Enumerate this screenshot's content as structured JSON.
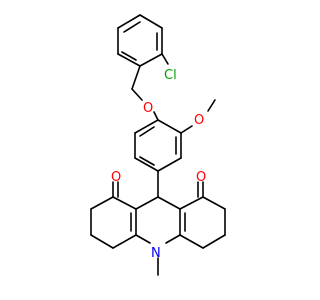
{
  "molecule": {
    "atoms": {
      "chlorine": "Cl",
      "ether_oxygen": "O",
      "methoxy_oxygen": "O",
      "ketone_oxygen_left": "O",
      "ketone_oxygen_right": "O",
      "ring_nitrogen": "N"
    }
  },
  "colors": {
    "bond": "#000000",
    "carbon": "#000000",
    "oxygen": "#ff0000",
    "nitrogen": "#0000ff",
    "chlorine": "#00a000"
  }
}
